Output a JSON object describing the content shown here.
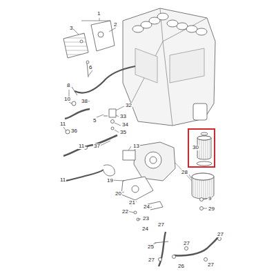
{
  "diagram": {
    "nodes": [
      {
        "text": [
          "30"
        ]
      }
    ],
    "labels": [
      "1",
      "2",
      "3",
      "6",
      "8",
      "10",
      "38",
      "11",
      "36",
      "5",
      "32",
      "33",
      "34",
      "35",
      "37",
      "11",
      "13",
      "11",
      "19",
      "20",
      "21",
      "22",
      "24",
      "23",
      "24",
      "27",
      "25",
      "27",
      "26",
      "27",
      "27",
      "27",
      "28",
      "29",
      "9"
    ]
  }
}
